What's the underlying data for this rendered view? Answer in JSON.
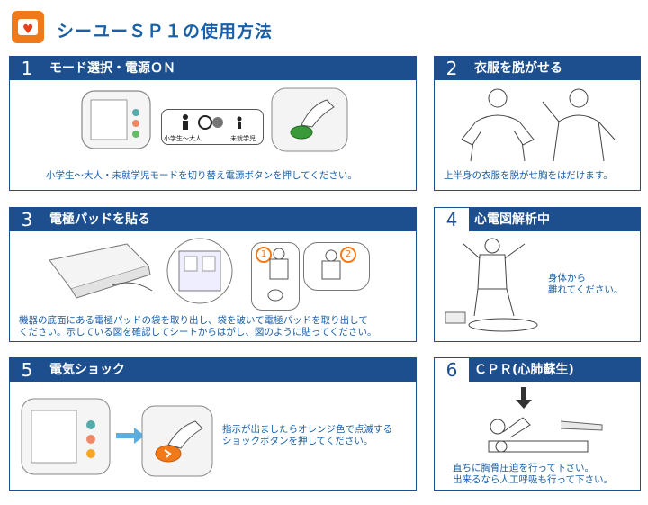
{
  "title": "シーユーＳＰ１の使用方法",
  "colors": {
    "brand_blue": "#1d4f8f",
    "text_blue": "#1860a8",
    "orange": "#f07a1a"
  },
  "steps": [
    {
      "num": "1",
      "title": "モード選択・電源ＯＮ",
      "caption": "小学生～大人・未就学児モードを切り替え電源ボタンを押してください。",
      "labels": {
        "adult": "小学生～大人",
        "child": "未就学児"
      }
    },
    {
      "num": "2",
      "title": "衣服を脱がせる",
      "caption": "上半身の衣服を脱がせ胸をはだけます。"
    },
    {
      "num": "3",
      "title": "電極パッドを貼る",
      "caption_lines": [
        "機器の底面にある電極パッドの袋を取り出し、袋を破いて電極パッドを取り出して",
        "ください。示している図を確認してシートからはがし、図のように貼ってください。"
      ],
      "pad_numbers": [
        "1",
        "2"
      ]
    },
    {
      "num": "4",
      "title": "心電図解析中",
      "caption_lines": [
        "身体から",
        "離れてください。"
      ]
    },
    {
      "num": "5",
      "title": "電気ショック",
      "caption_lines": [
        "指示が出ましたらオレンジ色で点滅する",
        "ショックボタンを押してください。"
      ]
    },
    {
      "num": "6",
      "title": "ＣＰＲ(心肺蘇生)",
      "caption_lines": [
        "直ちに胸骨圧迫を行って下さい。",
        "出来るなら人工呼吸も行って下さい。"
      ]
    }
  ]
}
